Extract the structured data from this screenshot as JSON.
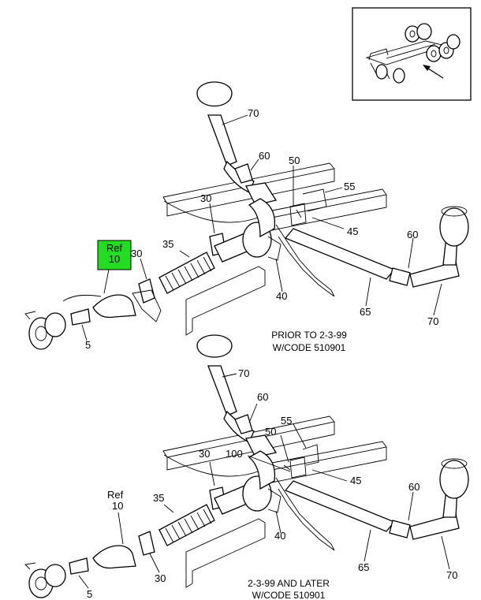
{
  "inset": {
    "arrow_icon": "arrow-icon"
  },
  "upper": {
    "caption_line1": "PRIOR TO 2-3-99",
    "caption_line2": "W/CODE 510901",
    "highlight": {
      "line1": "Ref",
      "line2": "10",
      "color": "#22dd22"
    },
    "labels": {
      "l70a": "70",
      "l60a": "60",
      "l50": "50",
      "l55": "55",
      "l45": "45",
      "l30a": "30",
      "l35": "35",
      "l30b": "30",
      "l40": "40",
      "l60b": "60",
      "l65": "65",
      "l70b": "70",
      "l5": "5"
    }
  },
  "lower": {
    "caption_line1": "2-3-99 AND LATER",
    "caption_line2": "W/CODE 510901",
    "labels": {
      "l70a": "70",
      "l60a": "60",
      "l55": "55",
      "l50": "50",
      "l100": "100",
      "l45": "45",
      "l30a": "30",
      "ref_line1": "Ref",
      "ref_line2": "10",
      "l35": "35",
      "l40": "40",
      "l60b": "60",
      "l65": "65",
      "l70b": "70",
      "l5": "5",
      "l30b": "30"
    }
  }
}
